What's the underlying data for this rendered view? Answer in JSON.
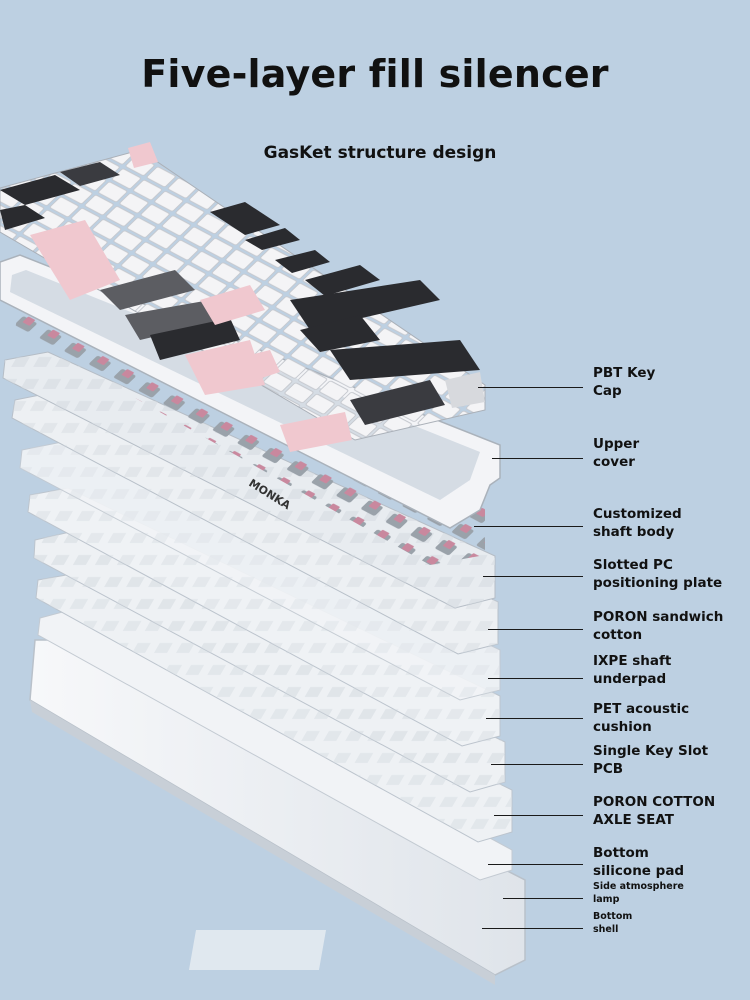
{
  "title": "Five-layer fill silencer",
  "subtitle": "GasKet structure design",
  "logo_text": "MONKA",
  "colors": {
    "background": "#bdd0e2",
    "keycap_white": "#ececee",
    "keycap_pink": "#f0c8cf",
    "keycap_gray": "#5c5d62",
    "keycap_dark": "#2a2b2f",
    "switch_pink": "#c9889e",
    "frame_white": "#f3f4f7",
    "plate_white": "#eef1f4"
  },
  "layers": [
    {
      "label": "PBT Key\nCap"
    },
    {
      "label": "Upper\ncover"
    },
    {
      "label": "Customized\nshaft body"
    },
    {
      "label": "Slotted PC\npositioning plate"
    },
    {
      "label": "PORON sandwich\ncotton"
    },
    {
      "label": "IXPE shaft\nunderpad"
    },
    {
      "label": "PET acoustic\ncushion"
    },
    {
      "label": "Single Key Slot\nPCB"
    },
    {
      "label": "PORON COTTON\nAXLE SEAT"
    },
    {
      "label": "Bottom\nsilicone pad"
    },
    {
      "label": "Side atmosphere\nlamp"
    },
    {
      "label": "Bottom\nshell"
    }
  ]
}
